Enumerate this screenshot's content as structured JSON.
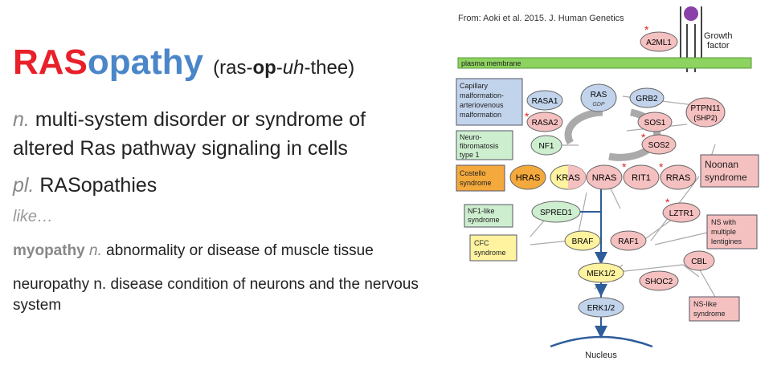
{
  "heading": {
    "part1": "RAS",
    "part2": "opathy",
    "pron_pre": "(ras-",
    "pron_bold": "op",
    "pron_mid": "-",
    "pron_it": "uh",
    "pron_post": "-thee)"
  },
  "definition": {
    "abbr": "n.",
    "bold_word": "multi-system",
    "line1_rest": "disorder or syndrome of",
    "line2": "altered Ras pathway signaling in cells"
  },
  "plural": {
    "abbr": "pl.",
    "word": "RASopathies"
  },
  "like": "like…",
  "examples": [
    {
      "word": "myopathy",
      "pos": "n.",
      "text": "abnormality or disease of muscle tissue"
    },
    {
      "word": "neuropathy",
      "pos": "n.",
      "text": "disease condition of neurons and the nervous system"
    }
  ],
  "diagram": {
    "source": "From: Aoki et al. 2015. J. Human Genetics",
    "membrane": "plasma membrane",
    "growth_factor": "Growth factor",
    "nucleus": "Nucleus",
    "star": "*",
    "colors": {
      "red_protein": "#f5c0c0",
      "blue_protein": "#c2d4ec",
      "green_protein": "#cdeecf",
      "yellow_protein": "#fff3a0",
      "orange_protein": "#f4a93c",
      "membrane": "#8dd35f",
      "receptor_head": "#8b3fa8",
      "arrow": "#2e5d9a"
    },
    "proteins": {
      "a2ml1": "A2ML1",
      "rasa1": "RASA1",
      "ras": "RAS",
      "gdp": "GDP",
      "grb2": "GRB2",
      "ptpn11_l1": "PTPN11",
      "ptpn11_l2": "(SHP2)",
      "rasa2": "RASA2",
      "sos1": "SOS1",
      "nf1": "NF1",
      "sos2": "SOS2",
      "hras": "HRAS",
      "kras": "KRAS",
      "nras": "NRAS",
      "rit1": "RIT1",
      "rras": "RRAS",
      "spred1": "SPRED1",
      "lztr1": "LZTR1",
      "braf": "BRAF",
      "raf1": "RAF1",
      "cbl": "CBL",
      "mek": "MEK1/2",
      "shoc2": "SHOC2",
      "erk": "ERK1/2"
    },
    "syndromes": {
      "cm_avm": [
        "Capillary",
        "malformation-",
        "arteriovenous",
        "malformation"
      ],
      "nf1": [
        "Neuro-",
        "fibromatosis",
        "type 1"
      ],
      "costello": [
        "Costello",
        "syndrome"
      ],
      "nf1_like": [
        "NF1-like",
        "syndrome"
      ],
      "cfc": [
        "CFC",
        "syndrome"
      ],
      "noonan": [
        "Noonan",
        "syndrome"
      ],
      "nsml": [
        "NS with",
        "multiple",
        "lentigines"
      ],
      "ns_like": [
        "NS-like",
        "syndrome"
      ]
    }
  }
}
